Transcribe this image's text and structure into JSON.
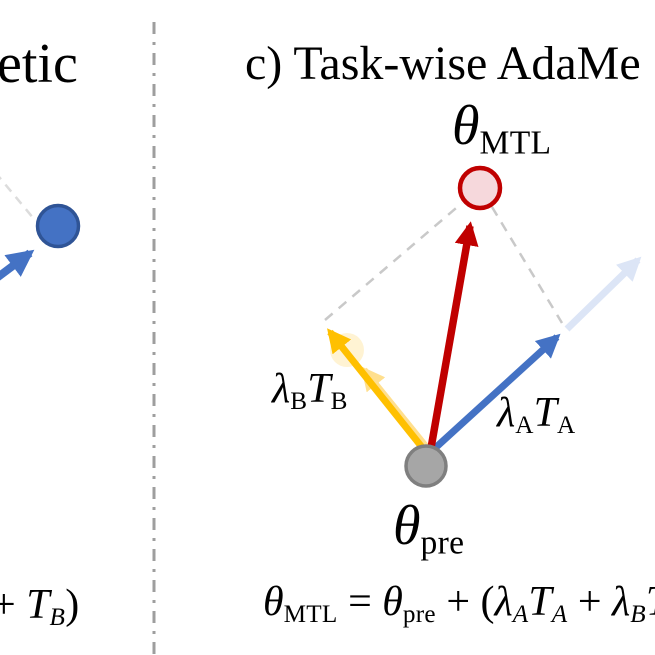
{
  "figure": {
    "description_visible_panels": "two partial panels of a model-merging vector diagram separated by a dash-dot divider"
  },
  "colors": {
    "ink": "#000000",
    "blue": "#4472C4",
    "blue_stroke": "#2F5496",
    "blue_ghost": "#DCE5F6",
    "yellow": "#FFC000",
    "yellow_ghost": "#FFDF8E",
    "yellow_halo": "#FFE9AE",
    "red": "#C00000",
    "pink": "#F6D8DC",
    "gray_fill": "#A6A6A6",
    "gray_stroke": "#7F7F7F",
    "dash": "#C9C9C9",
    "dash_faint": "#DCDCDC",
    "divider": "#9E9E9E"
  },
  "panel_left": {
    "title_fragment": "etic",
    "formula_fragment": [
      {
        "t": "+ "
      },
      {
        "t": "T",
        "i": true
      },
      {
        "t": "B",
        "i": true,
        "sub": true
      },
      {
        "t": ")"
      }
    ]
  },
  "panel_right": {
    "title": "c) Task-wise AdaMe",
    "theta_mtl": [
      {
        "t": "θ",
        "i": true
      },
      {
        "t": "MTL",
        "sub": true
      }
    ],
    "theta_pre": [
      {
        "t": "θ",
        "i": true
      },
      {
        "t": "pre",
        "sub": true
      }
    ],
    "lambda_b_label": [
      {
        "t": "λ",
        "i": true
      },
      {
        "t": "B",
        "sub": true
      },
      {
        "t": "T",
        "i": true
      },
      {
        "t": "B",
        "sub": true
      }
    ],
    "lambda_a_label": [
      {
        "t": "λ",
        "i": true
      },
      {
        "t": "A",
        "sub": true
      },
      {
        "t": "T",
        "i": true
      },
      {
        "t": "A",
        "sub": true
      }
    ],
    "formula": [
      {
        "t": "θ",
        "i": true
      },
      {
        "t": "MTL",
        "sub": true
      },
      {
        "t": " = "
      },
      {
        "t": "θ",
        "i": true
      },
      {
        "t": "pre",
        "sub": true
      },
      {
        "t": " + ("
      },
      {
        "t": "λ",
        "i": true
      },
      {
        "t": "A",
        "i": true,
        "sub": true
      },
      {
        "t": "T",
        "i": true
      },
      {
        "t": "A",
        "i": true,
        "sub": true
      },
      {
        "t": " + "
      },
      {
        "t": "λ",
        "i": true
      },
      {
        "t": "B",
        "i": true,
        "sub": true
      },
      {
        "t": "T",
        "i": true
      }
    ]
  }
}
